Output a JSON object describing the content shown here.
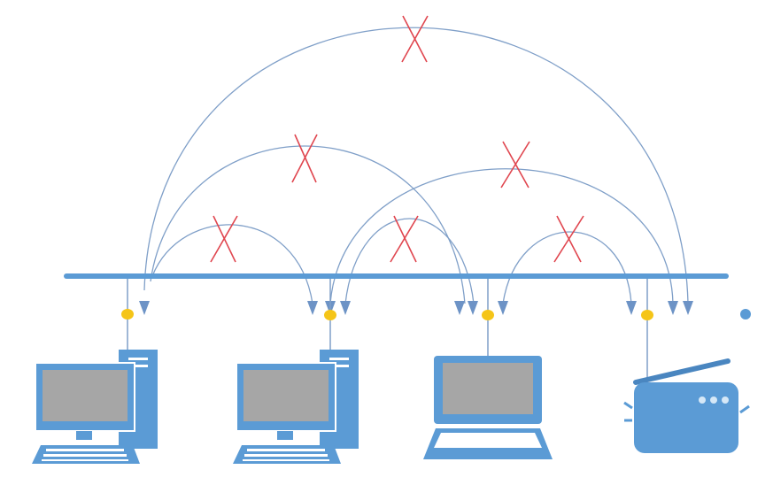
{
  "diagram": {
    "colors": {
      "bus": "#5b9bd5",
      "device": "#5b9bd5",
      "device_dark": "#4a86c0",
      "screen": "#a6a6a6",
      "tap": "#f5c518",
      "arc": "#7f9fc8",
      "cross": "#e0464f",
      "printer_light": "#d6e8f7"
    },
    "devices": [
      {
        "id": "desktop-1",
        "type": "desktop-computer",
        "icon": "desktop-computer-icon"
      },
      {
        "id": "desktop-2",
        "type": "desktop-computer",
        "icon": "desktop-computer-icon"
      },
      {
        "id": "laptop",
        "type": "laptop-computer",
        "icon": "laptop-icon"
      },
      {
        "id": "printer",
        "type": "printer",
        "icon": "printer-icon"
      }
    ],
    "blocked_links": [
      {
        "from": "desktop-1",
        "to": "desktop-2",
        "status": "blocked"
      },
      {
        "from": "desktop-1",
        "to": "laptop",
        "status": "blocked"
      },
      {
        "from": "desktop-1",
        "to": "printer",
        "status": "blocked"
      },
      {
        "from": "desktop-2",
        "to": "laptop",
        "status": "blocked"
      },
      {
        "from": "desktop-2",
        "to": "printer",
        "status": "blocked"
      },
      {
        "from": "laptop",
        "to": "printer",
        "status": "blocked"
      }
    ]
  }
}
